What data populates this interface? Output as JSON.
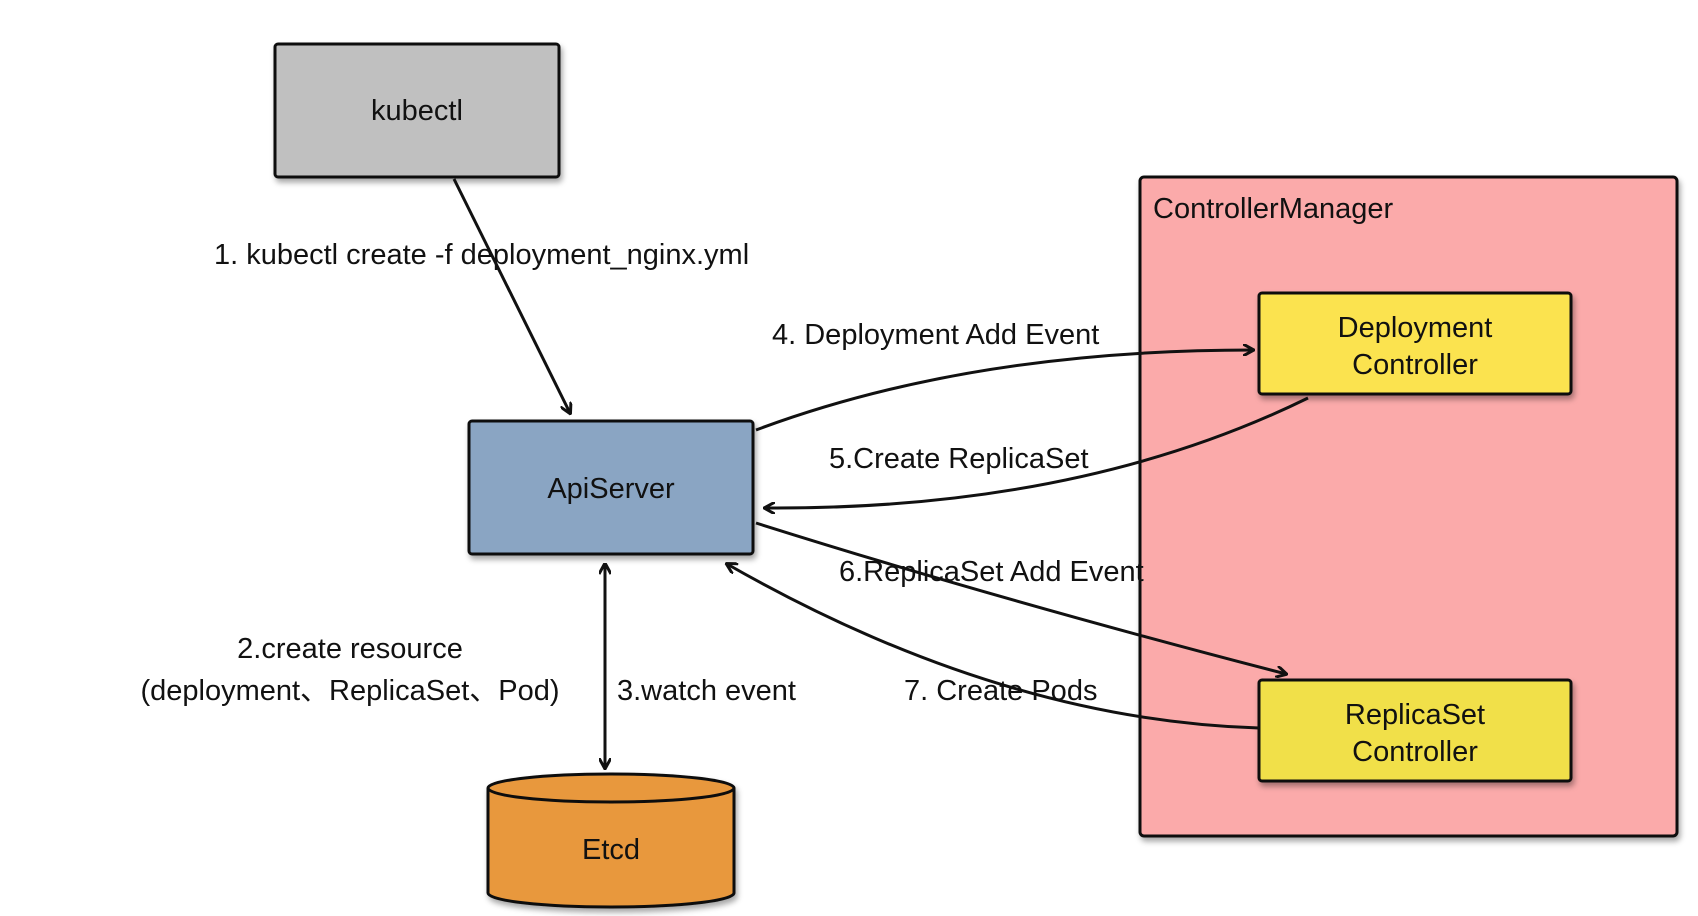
{
  "nodes": {
    "kubectl": {
      "label": "kubectl",
      "color": "#c0c0c0"
    },
    "apiserver": {
      "label": "ApiServer",
      "color": "#8aa5c3"
    },
    "etcd": {
      "label": "Etcd",
      "color": "#e8983e"
    },
    "controller_manager": {
      "label": "ControllerManager",
      "color": "#fbaaaa"
    },
    "deployment_controller": {
      "line1": "Deployment",
      "line2": "Controller",
      "color": "#fbe34f"
    },
    "replicaset_controller": {
      "line1": "ReplicaSet",
      "line2": "Controller",
      "color": "#f1e04a"
    }
  },
  "edges": {
    "step1": "1. kubectl create -f deployment_nginx.yml",
    "step2_line1": "2.create resource",
    "step2_line2": "(deployment、ReplicaSet、Pod)",
    "step3": "3.watch event",
    "step4": "4. Deployment Add Event",
    "step5": "5.Create ReplicaSet",
    "step6": "6.ReplicaSet Add Event",
    "step7": "7. Create Pods"
  }
}
